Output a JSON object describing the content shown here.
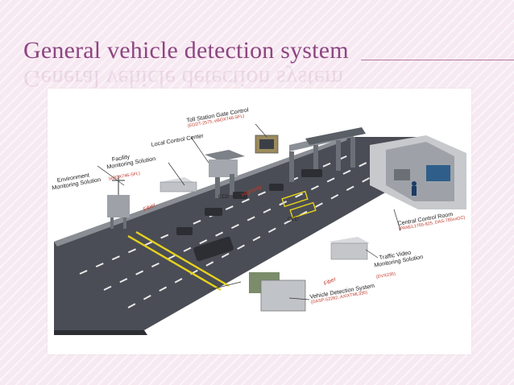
{
  "slide": {
    "title": "General vehicle detection system"
  },
  "diagram": {
    "labels": {
      "toll_station": {
        "main": "Toll Station Gate Control",
        "sub": "(EGDT-2575, eBOX746-SFL)"
      },
      "local_control": {
        "main": "Local Control Center",
        "sub": ""
      },
      "facility": {
        "main": "Facility\nMonitoring Solution",
        "sub": "(eBOX746-SFL)"
      },
      "environment": {
        "main": "Environment\nMonitoring Solution",
        "sub": ""
      },
      "central_control": {
        "main": "Central Control Room",
        "sub": "(PANEL1765-825, DAS-785xxGC)"
      },
      "traffic_video": {
        "main": "Traffic Video\nMonitoring Solution",
        "sub": "(DVX235)"
      },
      "vehicle_detection": {
        "main": "Vehicle Detection System",
        "sub": "(DASP-52262, AXIXTML335)"
      }
    },
    "road_labels": {
      "fiber_left": "Fiber",
      "highway": "Highway",
      "fiber_bottom": "Fiber",
      "ccd_top": "CCD",
      "ccd_mid": "CCD"
    },
    "colors": {
      "title": "#8e4582",
      "road": "#4a4d55",
      "lane_yellow": "#e7d21c",
      "fiber_red": "#c0392b",
      "station": "#6b6f76"
    }
  }
}
